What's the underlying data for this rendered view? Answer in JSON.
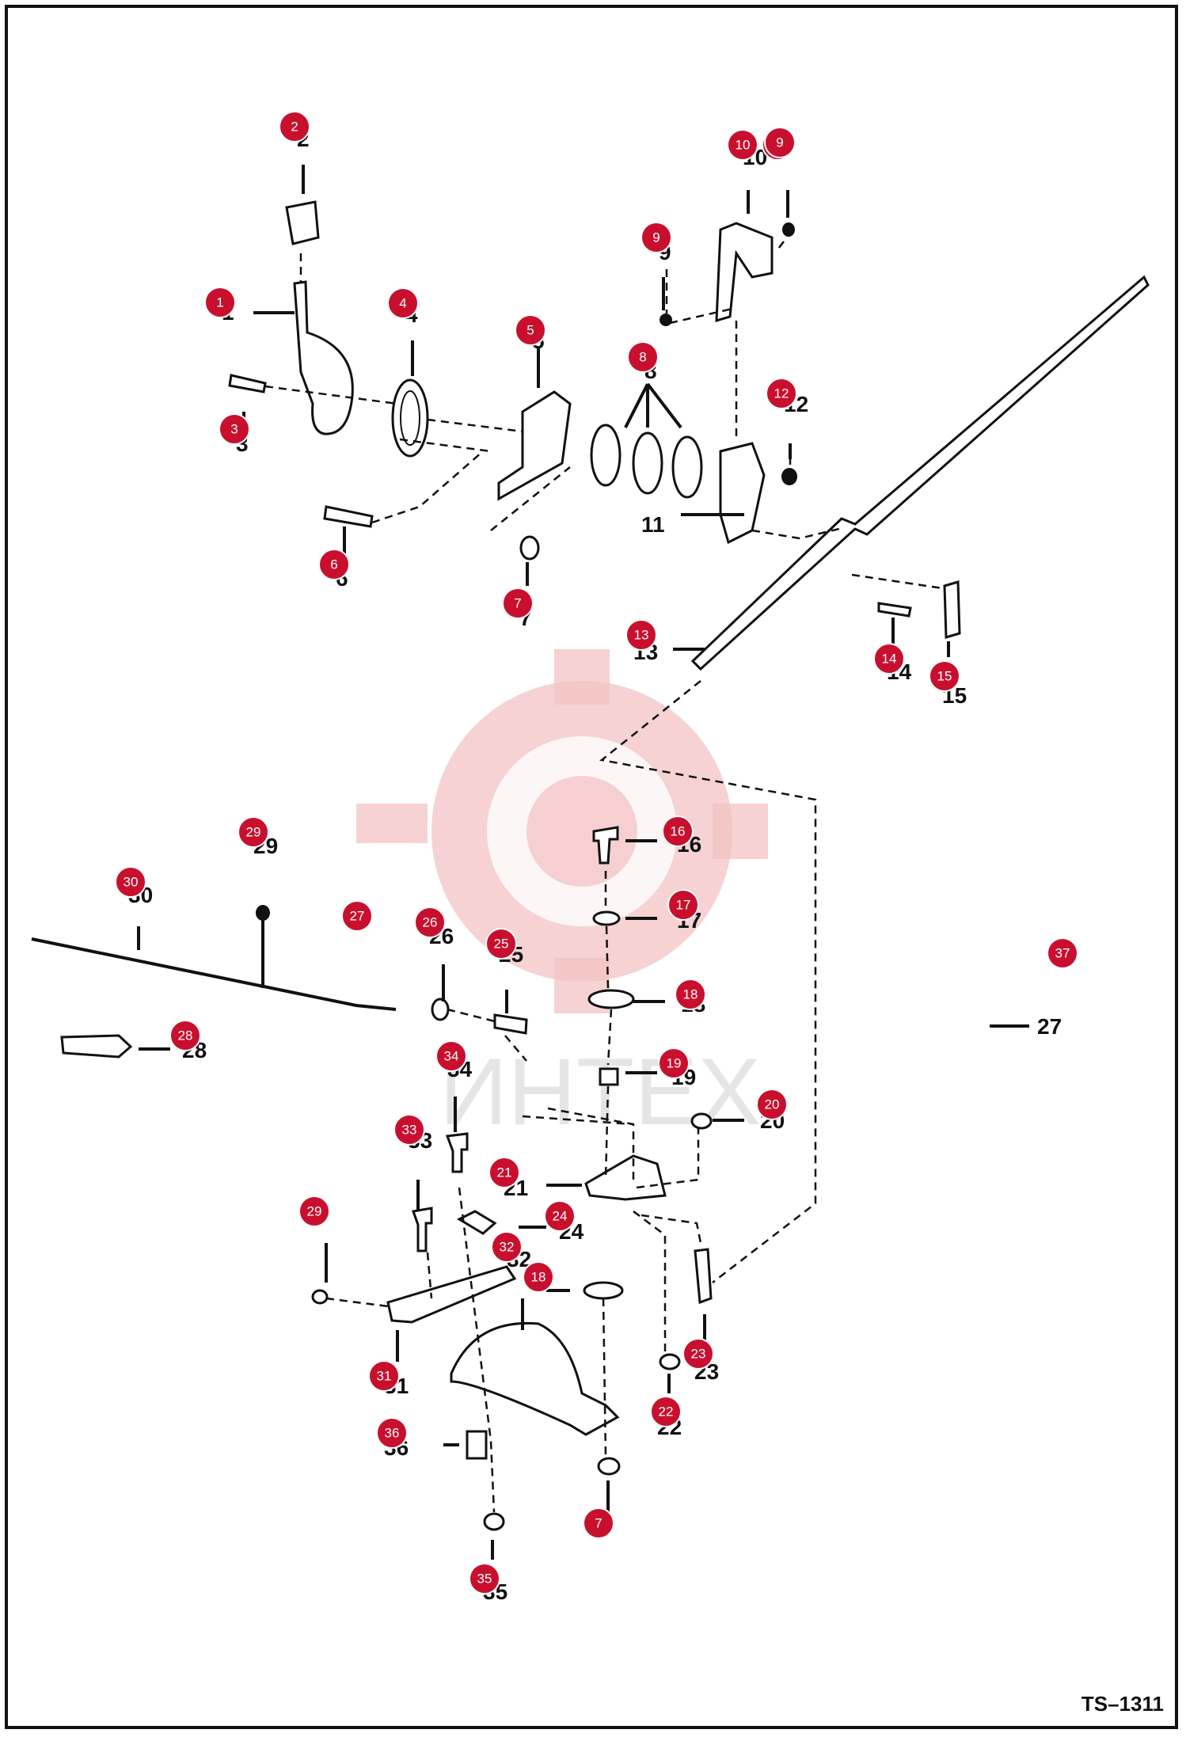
{
  "drawing_ref": "TS–1311",
  "watermark_text": "ИНТЕХ",
  "callouts": [
    {
      "n": "1",
      "text": "1"
    },
    {
      "n": "2",
      "text": "2"
    },
    {
      "n": "3",
      "text": "3"
    },
    {
      "n": "4",
      "text": "4"
    },
    {
      "n": "5",
      "text": "5"
    },
    {
      "n": "6",
      "text": "6"
    },
    {
      "n": "7",
      "text": "7"
    },
    {
      "n": "8",
      "text": "8"
    },
    {
      "n": "9",
      "text": "9"
    },
    {
      "n": "10",
      "text": "10"
    },
    {
      "n": "11",
      "text": "11"
    },
    {
      "n": "12",
      "text": "12"
    },
    {
      "n": "13",
      "text": "13"
    },
    {
      "n": "14",
      "text": "14"
    },
    {
      "n": "15",
      "text": "15"
    },
    {
      "n": "16",
      "text": "16"
    },
    {
      "n": "17",
      "text": "17"
    },
    {
      "n": "18",
      "text": "18"
    },
    {
      "n": "19",
      "text": "19"
    },
    {
      "n": "20",
      "text": "20"
    },
    {
      "n": "21",
      "text": "21"
    },
    {
      "n": "22",
      "text": "22"
    },
    {
      "n": "23",
      "text": "23"
    },
    {
      "n": "24",
      "text": "24"
    },
    {
      "n": "25",
      "text": "25"
    },
    {
      "n": "26",
      "text": "26"
    },
    {
      "n": "27",
      "text": "27"
    },
    {
      "n": "28",
      "text": "28"
    },
    {
      "n": "29",
      "text": "29"
    },
    {
      "n": "30",
      "text": "30"
    },
    {
      "n": "31",
      "text": "31"
    },
    {
      "n": "32",
      "text": "32"
    },
    {
      "n": "33",
      "text": "33"
    },
    {
      "n": "34",
      "text": "34"
    },
    {
      "n": "35",
      "text": "35"
    },
    {
      "n": "36",
      "text": "36"
    },
    {
      "n": "37",
      "text": "37"
    }
  ],
  "colors": {
    "badge": "#c8102e",
    "line": "#111111",
    "watermark": "#f3c3c3"
  }
}
